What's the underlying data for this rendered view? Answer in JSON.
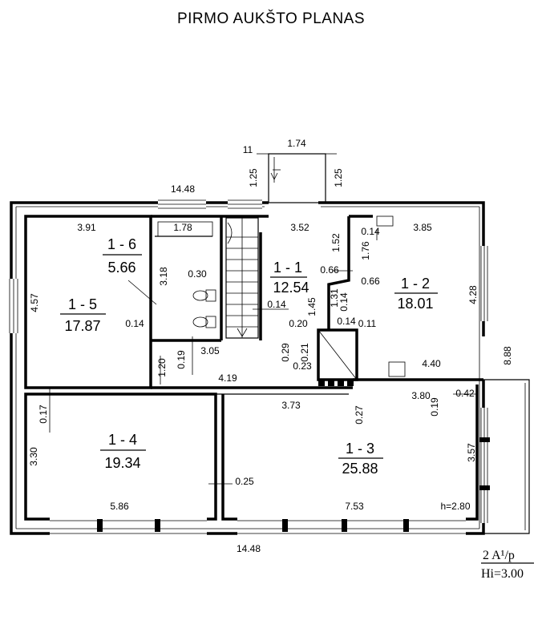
{
  "title": "PIRMO AUKŠTO PLANAS",
  "legend": {
    "line1": "2 A¹/p",
    "line2": "Hi=3.00"
  },
  "overall": {
    "top_width": "14.48",
    "bottom_width": "14.48",
    "right_height": "8.88"
  },
  "entrance": {
    "number": "11",
    "width": "1.74",
    "left_depth": "1.25",
    "right_depth": "1.25"
  },
  "rooms": [
    {
      "id": "1 - 6",
      "area": "5.66"
    },
    {
      "id": "1 - 1",
      "area": "12.54"
    },
    {
      "id": "1 - 2",
      "area": "18.01"
    },
    {
      "id": "1 - 5",
      "area": "17.87"
    },
    {
      "id": "1 - 4",
      "area": "19.34"
    },
    {
      "id": "1 - 3",
      "area": "25.88"
    }
  ],
  "dims": {
    "d391": "3.91",
    "d178": "1.78",
    "d318": "3.18",
    "d030": "0.30",
    "d352": "3.52",
    "d152": "1.52",
    "d014a": "0.14",
    "d385": "3.85",
    "d176": "1.76",
    "d066a": "0.66",
    "d066b": "0.66",
    "d428": "4.28",
    "d457": "4.57",
    "d014b": "0.14",
    "d014c": "0.14",
    "d145": "1.45",
    "d131": "1.31",
    "d014d": "0.14",
    "d014e": "0.14",
    "d011": "0.11",
    "d020": "0.20",
    "d305": "3.05",
    "d120": "1.20",
    "d019a": "0.19",
    "d029": "0.29",
    "d021": "0.21",
    "d023": "0.23",
    "d419": "4.19",
    "d440": "4.40",
    "d017": "0.17",
    "d373": "3.73",
    "d027": "0.27",
    "d380": "3.80",
    "d042": "0.42",
    "d019b": "0.19",
    "d330": "3.30",
    "d357": "3.57",
    "d025": "0.25",
    "d586": "5.86",
    "d753": "7.53",
    "h": "h=2.80"
  }
}
